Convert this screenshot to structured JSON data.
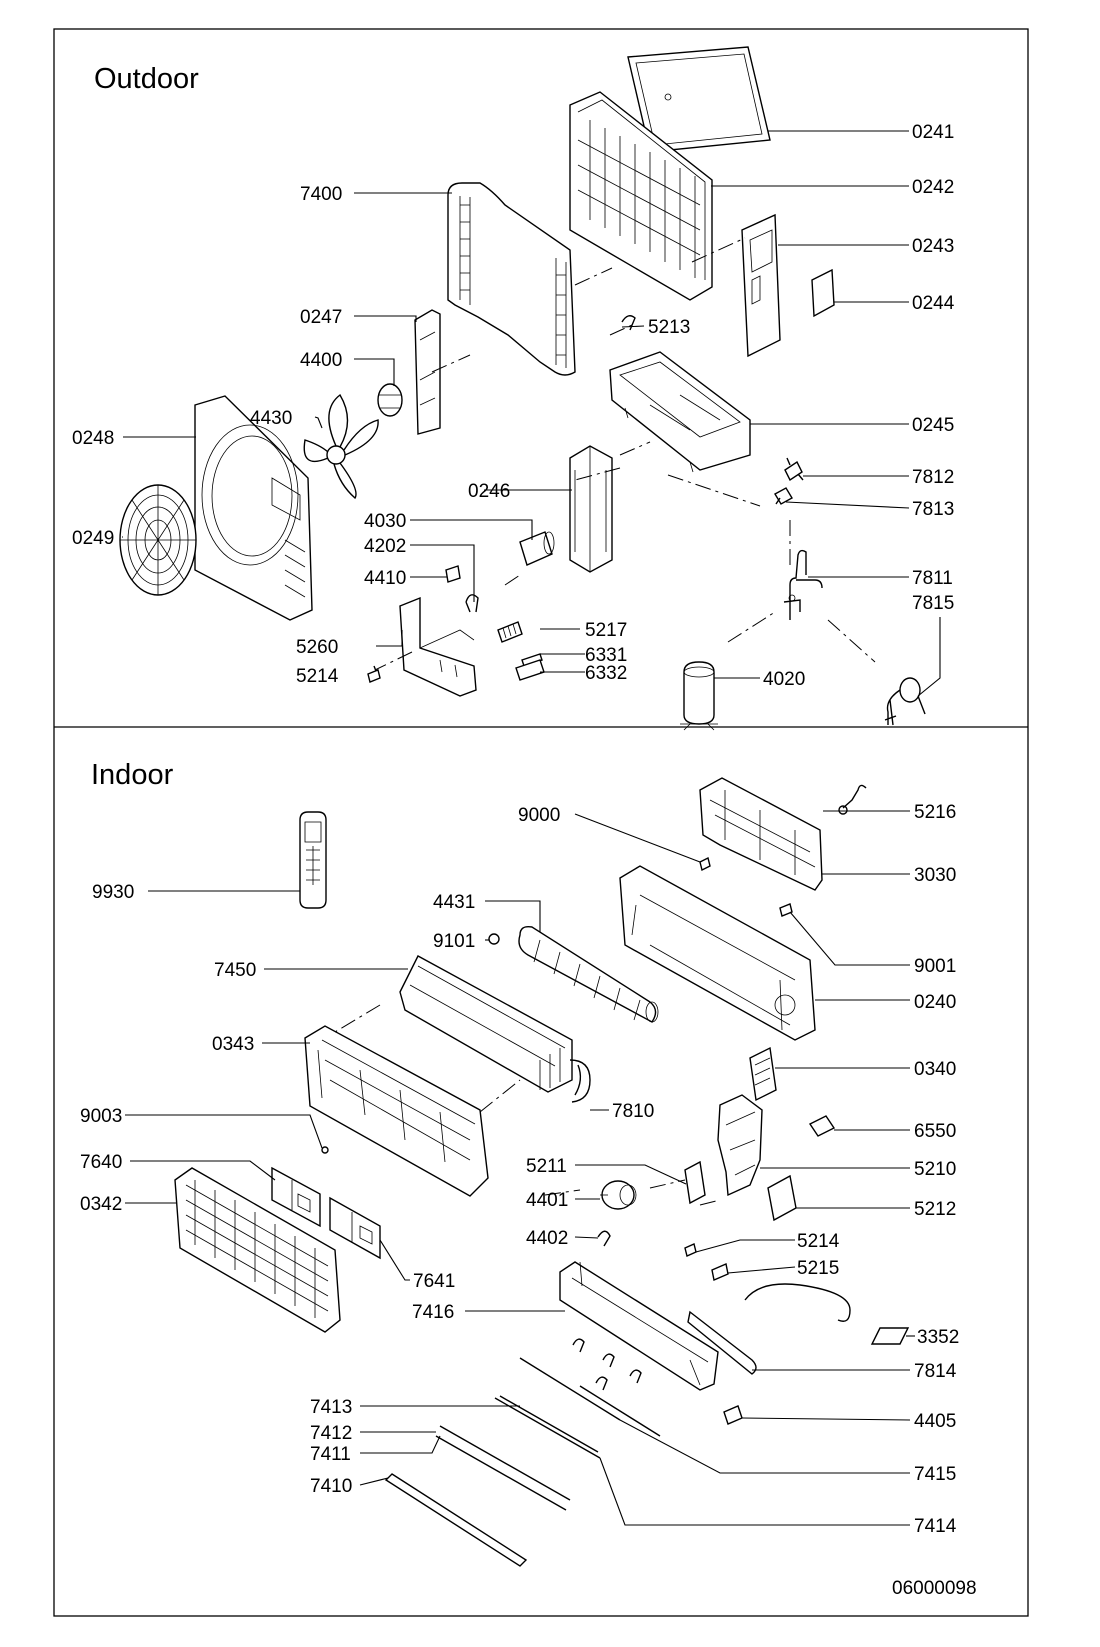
{
  "sections": {
    "outdoor": "Outdoor",
    "indoor": "Indoor"
  },
  "document_number": "06000098",
  "outdoor_labels": {
    "p0241": "0241",
    "p0242": "0242",
    "p0243": "0243",
    "p0244": "0244",
    "p0245": "0245",
    "p0246": "0246",
    "p0247": "0247",
    "p0248": "0248",
    "p0249": "0249",
    "p4020": "4020",
    "p4030": "4030",
    "p4202": "4202",
    "p4400": "4400",
    "p4410": "4410",
    "p4430": "4430",
    "p5213": "5213",
    "p5214": "5214",
    "p5217": "5217",
    "p5260": "5260",
    "p6331": "6331",
    "p6332": "6332",
    "p7400": "7400",
    "p7811": "7811",
    "p7812": "7812",
    "p7813": "7813",
    "p7815": "7815"
  },
  "indoor_labels": {
    "p0240": "0240",
    "p0340": "0340",
    "p0342": "0342",
    "p0343": "0343",
    "p3030": "3030",
    "p3352": "3352",
    "p4401": "4401",
    "p4402": "4402",
    "p4405": "4405",
    "p4431": "4431",
    "p5210": "5210",
    "p5211": "5211",
    "p5212": "5212",
    "p5214": "5214",
    "p5215": "5215",
    "p5216": "5216",
    "p6550": "6550",
    "p7410": "7410",
    "p7411": "7411",
    "p7412": "7412",
    "p7413": "7413",
    "p7414": "7414",
    "p7415": "7415",
    "p7416": "7416",
    "p7450": "7450",
    "p7640": "7640",
    "p7641": "7641",
    "p7810": "7810",
    "p7814": "7814",
    "p9000": "9000",
    "p9001": "9001",
    "p9003": "9003",
    "p9101": "9101",
    "p9930": "9930"
  }
}
